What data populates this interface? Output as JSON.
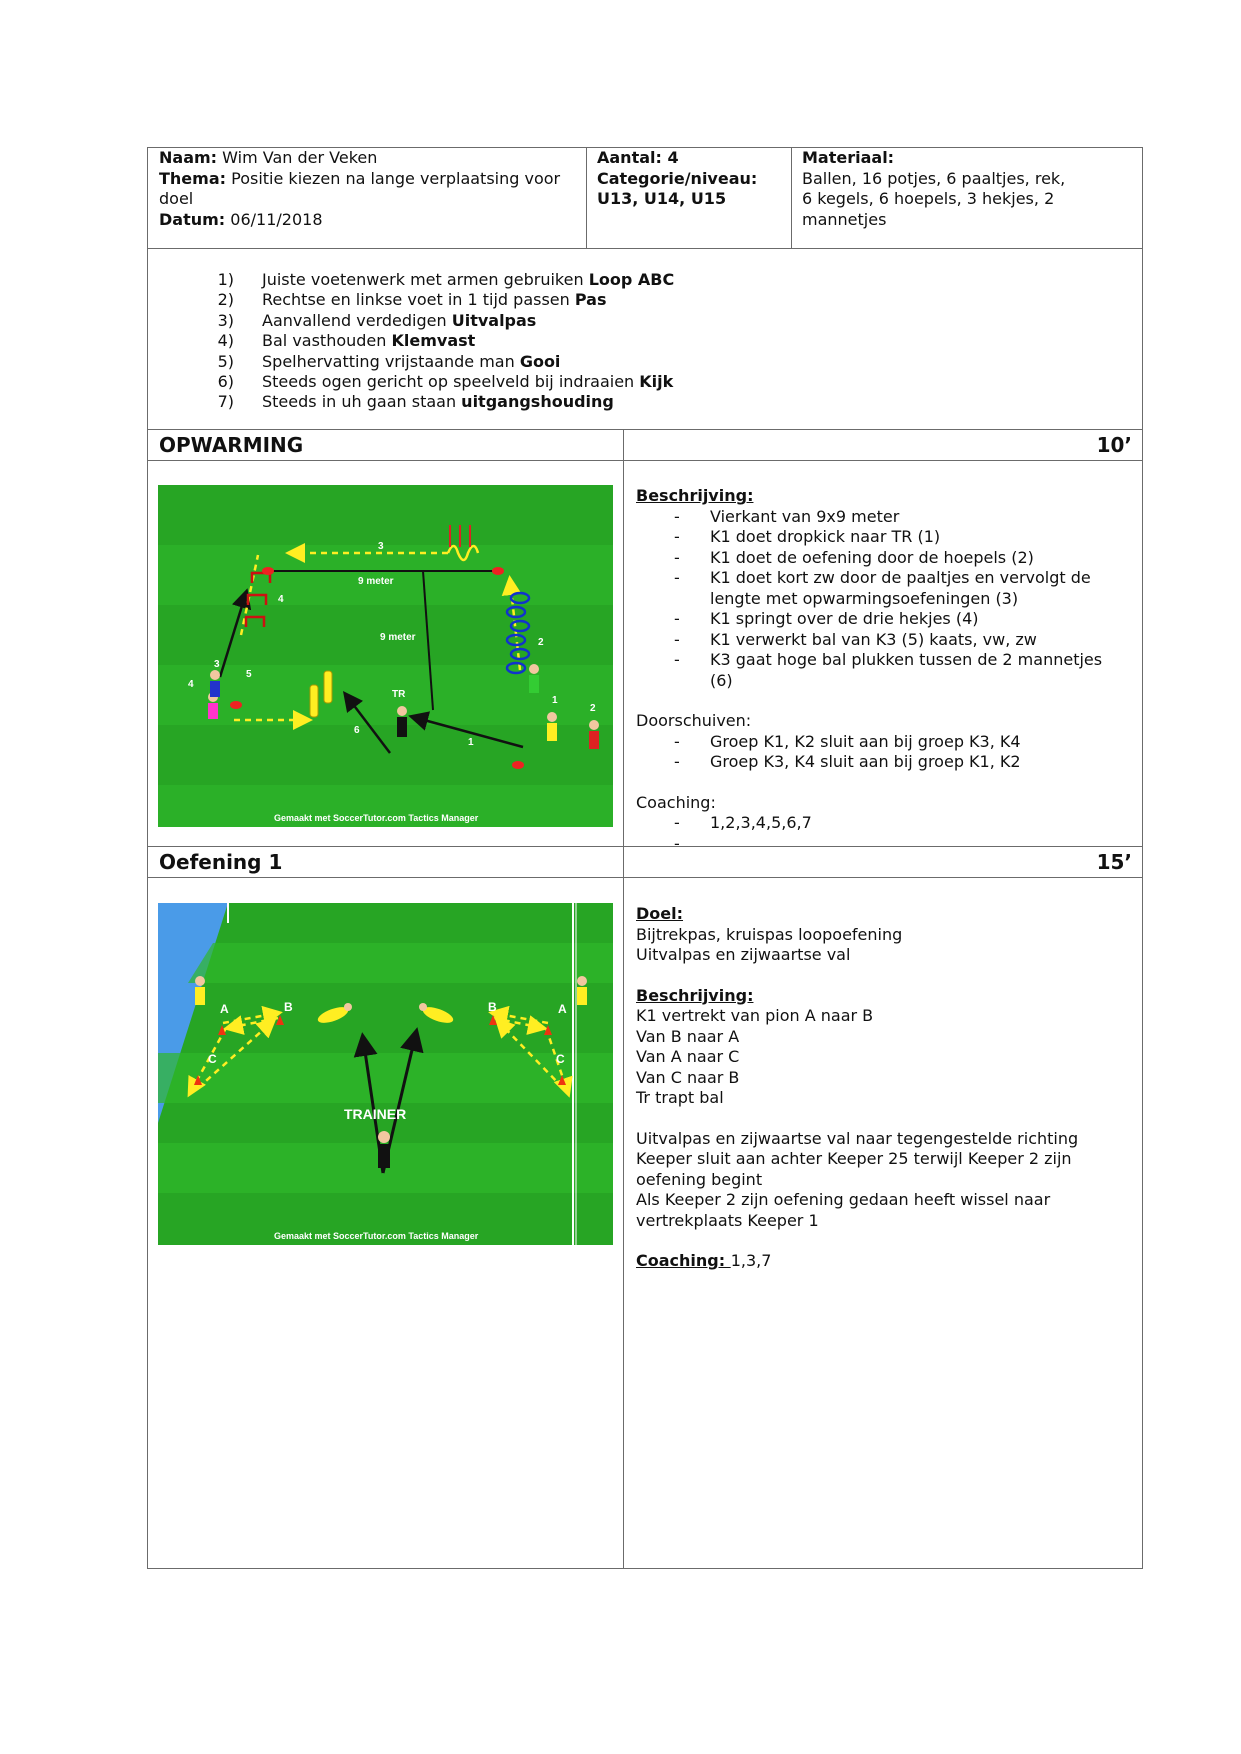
{
  "header": {
    "naam_label": "Naam:",
    "naam": "Wim Van der Veken",
    "thema_label": "Thema:",
    "thema_line1": "Positie kiezen na lange verplaatsing voor",
    "thema_line2": "doel",
    "datum_label": "Datum:",
    "datum": "06/11/2018",
    "aantal": "Aantal: 4",
    "categorie_label": "Categorie/niveau:",
    "categorie": "U13, U14, U15",
    "materiaal_label": "Materiaal:",
    "materiaal_lines": [
      "Ballen, 16 potjes, 6 paaltjes, rek,",
      "6 kegels, 6 hoepels, 3 hekjes, 2",
      "mannetjes"
    ]
  },
  "goals": [
    {
      "num": "1)",
      "text": "Juiste voetenwerk met armen gebruiken ",
      "bold": "Loop ABC"
    },
    {
      "num": "2)",
      "text": "Rechtse en linkse voet in 1 tijd passen ",
      "bold": "Pas"
    },
    {
      "num": "3)",
      "text": "Aanvallend verdedigen ",
      "bold": "Uitvalpas"
    },
    {
      "num": "4)",
      "text": "Bal vasthouden ",
      "bold": "Klemvast"
    },
    {
      "num": "5)",
      "text": "Spelhervatting vrijstaande man ",
      "bold": "Gooi"
    },
    {
      "num": "6)",
      "text": "Steeds ogen gericht op speelveld bij indraaien ",
      "bold": "Kijk"
    },
    {
      "num": "7)",
      "text": "Steeds in uh gaan staan ",
      "bold": "uitgangshouding"
    }
  ],
  "warmup": {
    "title": "OPWARMING",
    "duration": "10’",
    "desc_label": "Beschrijving:",
    "desc_items": [
      "Vierkant van 9x9 meter",
      "K1 doet dropkick naar TR (1)",
      "K1 doet de oefening door de hoepels (2)",
      "K1 doet kort zw door de paaltjes en vervolgt de",
      "lengte met opwarmingsoefeningen (3)",
      "K1 springt over de drie hekjes (4)",
      "K1 verwerkt bal van K3 (5) kaats, vw, zw",
      "K3 gaat hoge bal plukken tussen de 2 mannetjes",
      "(6)"
    ],
    "rotate_label": "Doorschuiven:",
    "rotate_items": [
      "Groep K1, K2 sluit aan bij groep K3, K4",
      "Groep K3, K4 sluit aan bij groep K1, K2"
    ],
    "coaching_label": "Coaching:",
    "coaching_items": [
      "1,2,3,4,5,6,7",
      ""
    ],
    "diagram": {
      "labels": {
        "top": "3",
        "width": "9 meter",
        "height": "9 meter",
        "tr": "TR",
        "n1": "1",
        "n2": "2",
        "n2b": "2",
        "n1b": "1",
        "n3": "3",
        "n4": "4",
        "n4b": "4",
        "n5": "5",
        "n6": "6"
      },
      "credit": "Gemaakt met SoccerTutor.com Tactics Manager"
    }
  },
  "oef1": {
    "title": "Oefening 1",
    "duration": "15’",
    "doel_label": "Doel:",
    "doel_lines": [
      "Bijtrekpas, kruispas loopoefening",
      "Uitvalpas en zijwaartse val"
    ],
    "desc_label": "Beschrijving:",
    "desc_lines": [
      "K1 vertrekt van pion A naar B",
      "Van B naar A",
      "Van A naar C",
      "Van C naar B",
      "Tr trapt bal"
    ],
    "extra_lines": [
      "Uitvalpas en zijwaartse val naar tegengestelde richting",
      "Keeper sluit aan achter Keeper 25 terwijl Keeper 2 zijn",
      "oefening begint",
      "Als Keeper 2 zijn oefening gedaan heeft wissel naar",
      "vertrekplaats Keeper 1"
    ],
    "coaching_label": "Coaching: ",
    "coaching": "1,3,7",
    "diagram": {
      "labels": {
        "a1": "A",
        "b1": "B",
        "c1": "C",
        "a2": "A",
        "b2": "B",
        "c2": "C",
        "trainer": "TRAINER"
      },
      "credit": "Gemaakt met SoccerTutor.com Tactics Manager"
    }
  }
}
